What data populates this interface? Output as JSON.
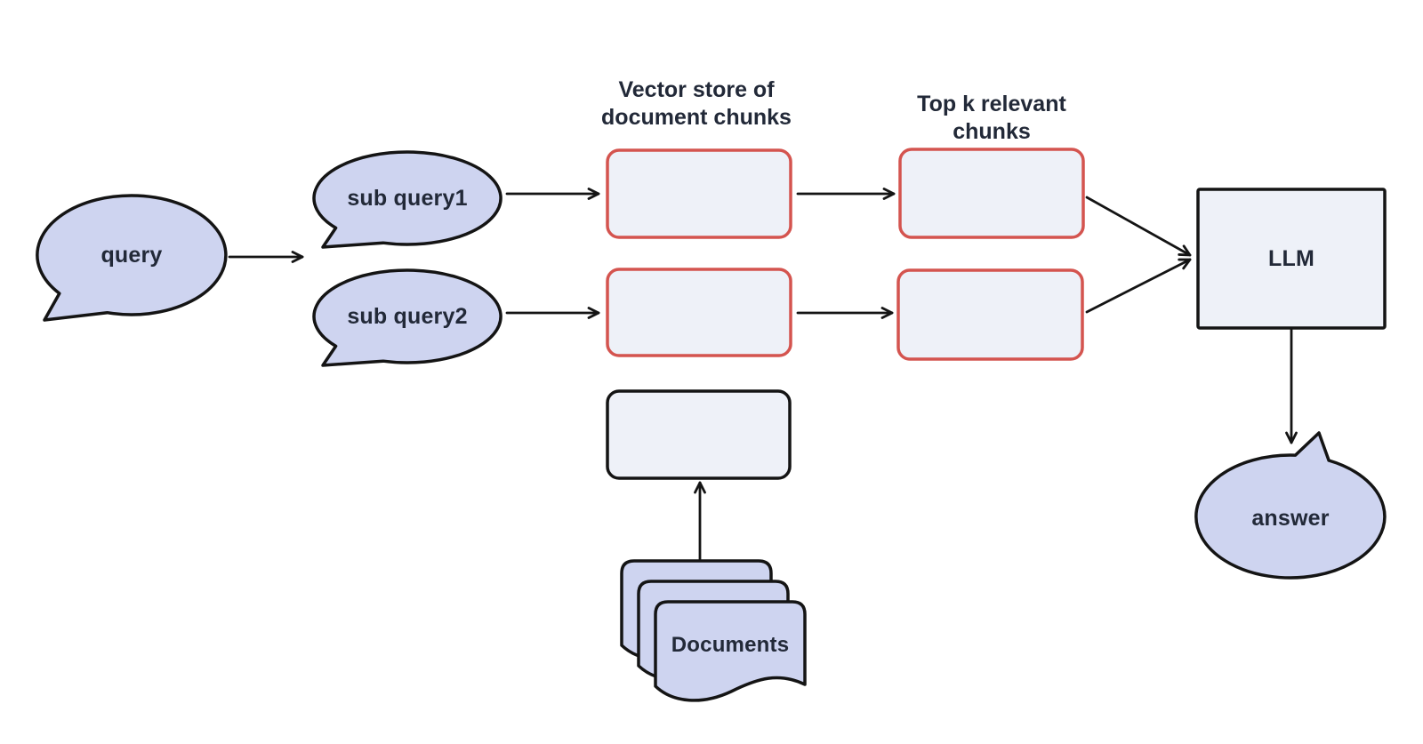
{
  "diagram": {
    "type": "flowchart",
    "background": "#ffffff",
    "colors": {
      "bubble_fill": "#ced4f0",
      "box_fill": "#eef1f8",
      "accent_red": "#d4544f",
      "outline": "#141414",
      "text": "#222938",
      "bg": "#ffffff"
    },
    "nodes": {
      "query": "query",
      "sub_query1": "sub query1",
      "sub_query2": "sub query2",
      "llm": "LLM",
      "answer": "answer",
      "documents": "Documents"
    },
    "headings": {
      "vector_store": {
        "line1": "Vector store of",
        "line2": "document chunks"
      },
      "top_k": {
        "line1": "Top k relevant",
        "line2": "chunks"
      }
    },
    "edges": [
      "query -> sub queries",
      "sub query1 -> vector store chunk box 1",
      "sub query2 -> vector store chunk box 2",
      "vector store chunk box 1 -> top k chunk box 1",
      "vector store chunk box 2 -> top k chunk box 2",
      "top k chunk box 1 -> LLM",
      "top k chunk box 2 -> LLM",
      "LLM -> answer",
      "Documents -> vector store ingest box"
    ]
  }
}
